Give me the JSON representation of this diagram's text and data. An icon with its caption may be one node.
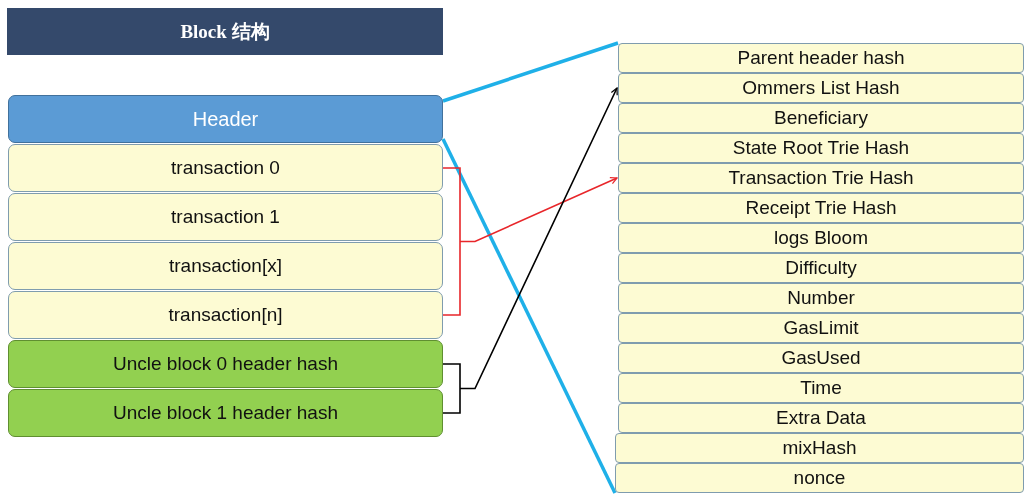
{
  "diagram": {
    "nodes": [
      {
        "text": [
          "Block 结构"
        ]
      },
      {
        "text": [
          "Header"
        ]
      },
      {
        "text": [
          "transaction 0"
        ]
      },
      {
        "text": [
          "transaction 1"
        ]
      },
      {
        "text": [
          "transaction[x]"
        ]
      },
      {
        "text": [
          "transaction[n]"
        ]
      },
      {
        "text": [
          "Uncle block 0 header hash"
        ]
      },
      {
        "text": [
          "Uncle block 1 header hash"
        ]
      },
      {
        "text": [
          "Parent header hash"
        ]
      },
      {
        "text": [
          "Ommers List Hash"
        ]
      },
      {
        "text": [
          "Beneficiary"
        ]
      },
      {
        "text": [
          "State Root Trie Hash"
        ]
      },
      {
        "text": [
          "Transaction Trie Hash"
        ]
      },
      {
        "text": [
          "Receipt Trie Hash"
        ]
      },
      {
        "text": [
          "logs Bloom"
        ]
      },
      {
        "text": [
          "Difficulty"
        ]
      },
      {
        "text": [
          "Number"
        ]
      },
      {
        "text": [
          "GasLimit"
        ]
      },
      {
        "text": [
          "GasUsed"
        ]
      },
      {
        "text": [
          "Time"
        ]
      },
      {
        "text": [
          "Extra Data"
        ]
      },
      {
        "text": [
          "mixHash"
        ]
      },
      {
        "text": [
          "nonce"
        ]
      }
    ],
    "edges": [
      {
        "from": 1,
        "to": 8,
        "arrow": "none",
        "style": "thick",
        "color": "#1fb0e8"
      },
      {
        "from": 1,
        "to": 22,
        "arrow": "none",
        "style": "thick",
        "color": "#1fb0e8"
      },
      {
        "from": 2,
        "to": 12,
        "arrow": "to",
        "color": "#e8262a"
      },
      {
        "from": 5,
        "to": 12,
        "arrow": "to",
        "color": "#e8262a"
      },
      {
        "from": 6,
        "to": 9,
        "arrow": "to",
        "color": "#000000"
      },
      {
        "from": 7,
        "to": 9,
        "arrow": "to",
        "color": "#000000"
      }
    ]
  }
}
